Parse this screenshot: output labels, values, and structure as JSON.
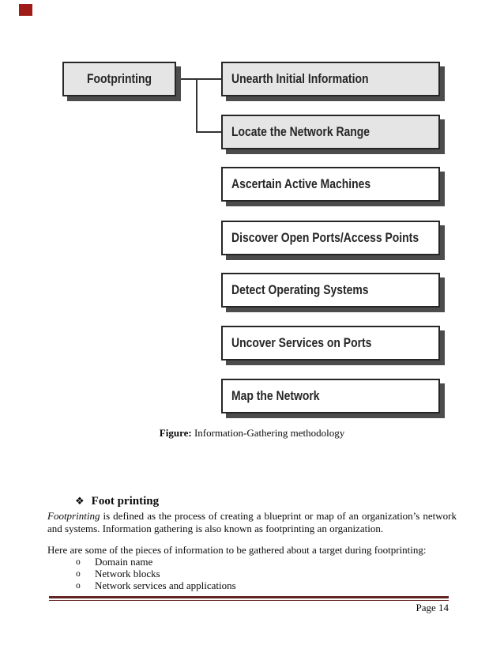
{
  "page": {
    "marker_color": "#9e1b17",
    "background": "#ffffff"
  },
  "diagram": {
    "root": {
      "label": "Footprinting"
    },
    "steps": [
      {
        "label": "Unearth Initial Information"
      },
      {
        "label": "Locate the Network Range"
      },
      {
        "label": "Ascertain Active Machines"
      },
      {
        "label": "Discover Open Ports/Access Points"
      },
      {
        "label": "Detect Operating Systems"
      },
      {
        "label": "Uncover Services on Ports"
      },
      {
        "label": "Map the Network"
      }
    ],
    "colors": {
      "box_fill_gray": "#e5e5e5",
      "box_fill_white": "#ffffff",
      "box_border": "#262626",
      "box_shadow": "#4c4c4c",
      "connector": "#333333"
    }
  },
  "caption": {
    "prefix": "Figure:",
    "text": " Information-Gathering methodology"
  },
  "section": {
    "bullet_icon": "❖",
    "heading": "Foot printing",
    "paragraph": {
      "lead_italic": "Footprinting",
      "rest": " is defined as the process of creating a blueprint or map of an organization’s network and systems. Information gathering is also known as footprinting an organization."
    },
    "intro": "Here are some of the pieces of information to be gathered about a target during footprinting:",
    "list": {
      "marker": "o",
      "items": [
        {
          "text": "Domain name"
        },
        {
          "text": "Network blocks"
        },
        {
          "text": "Network services and applications"
        }
      ]
    }
  },
  "footer": {
    "rule_color": "#632423",
    "page_label": "Page 14"
  }
}
